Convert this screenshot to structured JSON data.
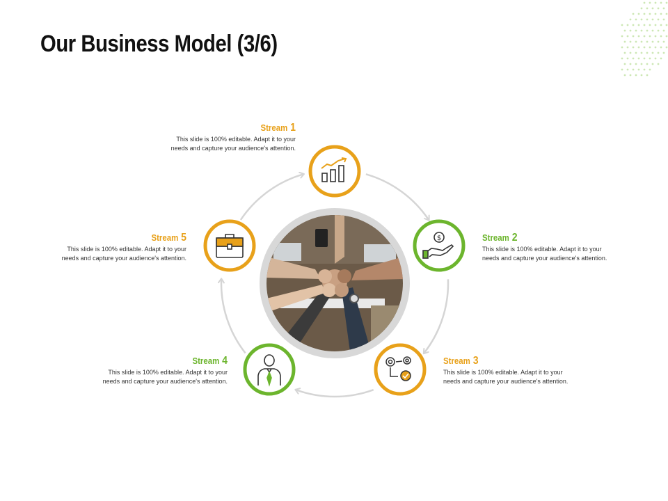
{
  "title": "Our Business Model (3/6)",
  "colors": {
    "orange": "#E8A11A",
    "green": "#6CB52D",
    "gray_ring": "#D8D8D8",
    "arrow": "#D5D5D5"
  },
  "streams": [
    {
      "word": "Stream",
      "number": "1",
      "color": "#E8A11A",
      "icon": "growth-chart-icon",
      "line1": "This slide is 100% editable.  Adapt it to your",
      "line2": "needs and capture your audience's attention."
    },
    {
      "word": "Stream",
      "number": "2",
      "color": "#6CB52D",
      "icon": "hand-coin-icon",
      "line1": "This slide is 100% editable.  Adapt it to your",
      "line2": "needs and capture your audience's attention."
    },
    {
      "word": "Stream",
      "number": "3",
      "color": "#E8A11A",
      "icon": "gears-process-icon",
      "line1": "This slide is 100% editable.  Adapt it to your",
      "line2": "needs and capture your audience's attention."
    },
    {
      "word": "Stream",
      "number": "4",
      "color": "#6CB52D",
      "icon": "businessman-icon",
      "line1": "This slide is 100% editable.  Adapt it to your",
      "line2": "needs and capture your audience's attention."
    },
    {
      "word": "Stream",
      "number": "5",
      "color": "#E8A11A",
      "icon": "briefcase-icon",
      "line1": "This slide is 100% editable.  Adapt it to your",
      "line2": "needs and capture your audience's attention."
    }
  ],
  "center_image": "team-fist-bump-photo"
}
